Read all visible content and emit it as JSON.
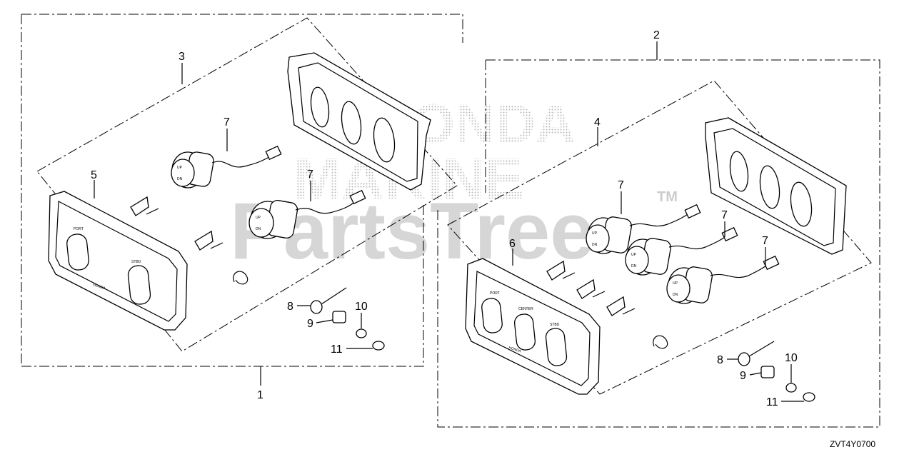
{
  "diagram": {
    "callouts": [
      "1",
      "2",
      "3",
      "4",
      "5",
      "6",
      "7",
      "8",
      "9",
      "10",
      "11"
    ],
    "panel_labels": {
      "port": "PORT",
      "stbd": "STBD",
      "center": "CENTER",
      "brand": "HONDA",
      "switch_up": "UP",
      "switch_dn": "DN"
    },
    "reference_code": "ZVT4Y0700"
  },
  "watermark": {
    "line1": "HONDA",
    "line2": "MARINE",
    "brand": "PartsTree",
    "trademark": "TM"
  }
}
